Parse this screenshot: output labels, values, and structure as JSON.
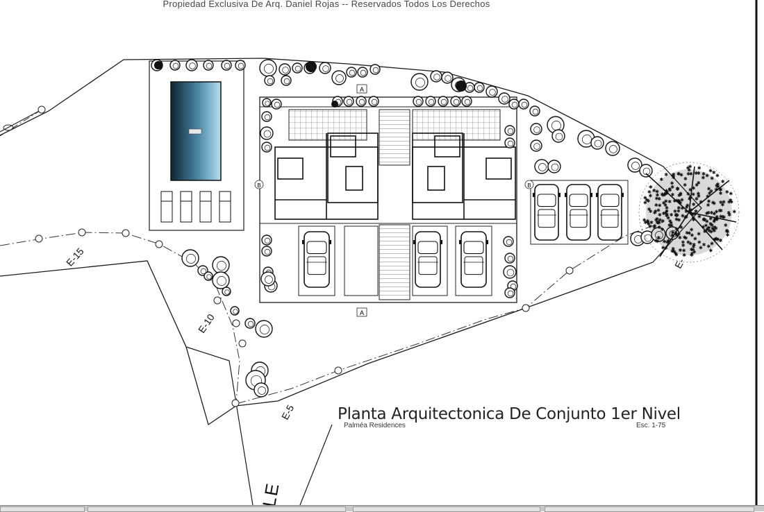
{
  "header": {
    "copyright": "Propiedad Exclusiva De Arq. Daniel Rojas -- Reservados Todos Los Derechos"
  },
  "plan": {
    "title": "Planta Arquitectonica De Conjunto 1er Nivel",
    "subtitle": "Palméa Residences",
    "scale": "Esc. 1-75"
  },
  "contours": {
    "e15": "E-15",
    "e10": "E-10",
    "e5": "E-5",
    "e_right": "E-"
  },
  "street": {
    "label": "LE"
  },
  "axis_markers": {
    "a": "A",
    "b": "B"
  },
  "colors": {
    "line": "#1a1a1a",
    "pool_dark": "#0d2536",
    "pool_light": "#a9d8ee",
    "background": "#ffffff"
  }
}
